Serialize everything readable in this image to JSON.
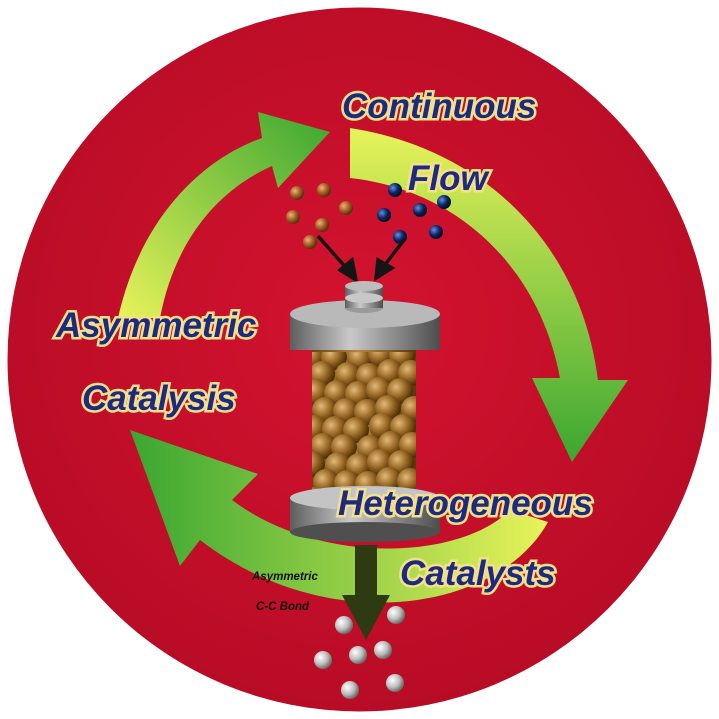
{
  "colors": {
    "background_disc": "#c8102e",
    "arrow_light": "#e9f25a",
    "arrow_dark": "#3aa631",
    "label_fill": "#1c2a80",
    "label_outline": "#f4e08a",
    "orange_ball": "#b06a2a",
    "blue_ball": "#0d2a6b",
    "product_ball": "#d9d9d9",
    "column_metal": "#8e8e8e",
    "packing": "#9a6a2a"
  },
  "labels": {
    "continuous": "Continuous",
    "flow": "Flow",
    "asymmetric": "Asymmetric",
    "catalysis": "Catalysis",
    "heterogeneous": "Heterogeneous",
    "catalysts": "Catalysts",
    "product_line1": "Asymmetric",
    "product_line2": "C-C Bond"
  }
}
